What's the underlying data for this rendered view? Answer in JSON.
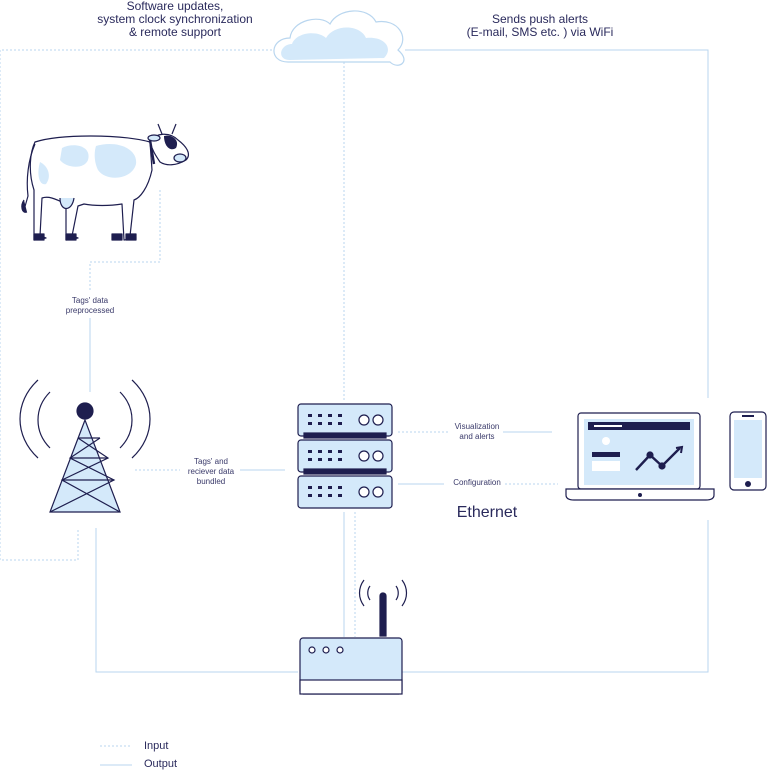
{
  "top_labels": {
    "software_updates": "Software updates,\nsystem clock synchronization\n& remote support",
    "push_alerts": "Sends push alerts\n(E-mail, SMS etc. ) via WiFi"
  },
  "flow_labels": {
    "tags_preprocessed": "Tags' data\npreprocessed",
    "tags_bundled": "Tags' and\nreciever data\nbundled",
    "visualization": "Visualization\nand alerts",
    "configuration": "Configuration"
  },
  "ethernet_label": "Ethernet",
  "legend": {
    "input": "Input",
    "output": "Output"
  },
  "colors": {
    "line": "#b9d6ef",
    "fill": "#d4e9fa",
    "ink": "#1e1e4f",
    "text": "#2a2a5c"
  }
}
